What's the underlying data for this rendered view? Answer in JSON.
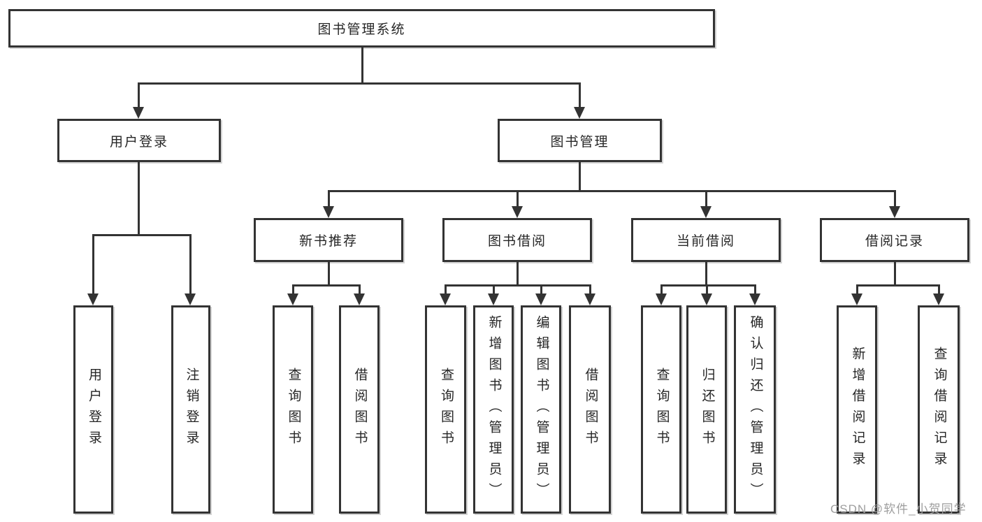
{
  "diagram": {
    "title": "图书管理系统",
    "nodes": {
      "root": "图书管理系统",
      "user_login": "用户登录",
      "book_mgmt": "图书管理",
      "new_rec": "新书推荐",
      "book_borrow": "图书借阅",
      "current_borrow": "当前借阅",
      "borrow_records": "借阅记录",
      "ul_leaves": [
        "用户登录",
        "注销登录"
      ],
      "nr_leaves": [
        "查询图书",
        "借阅图书"
      ],
      "bb_leaves": [
        "查询图书",
        "新增图书（管理员）",
        "编辑图书（管理员）",
        "借阅图书"
      ],
      "cb_leaves": [
        "查询图书",
        "归还图书",
        "确认归还（管理员）"
      ],
      "br_leaves": [
        "新增借阅记录",
        "查询借阅记录"
      ]
    },
    "colors": {
      "line": "#333333",
      "text": "#262626",
      "background": "#ffffff",
      "watermark": "#9e9e9e"
    }
  },
  "watermark": {
    "text": "CSDN @软件_小贺同学"
  }
}
